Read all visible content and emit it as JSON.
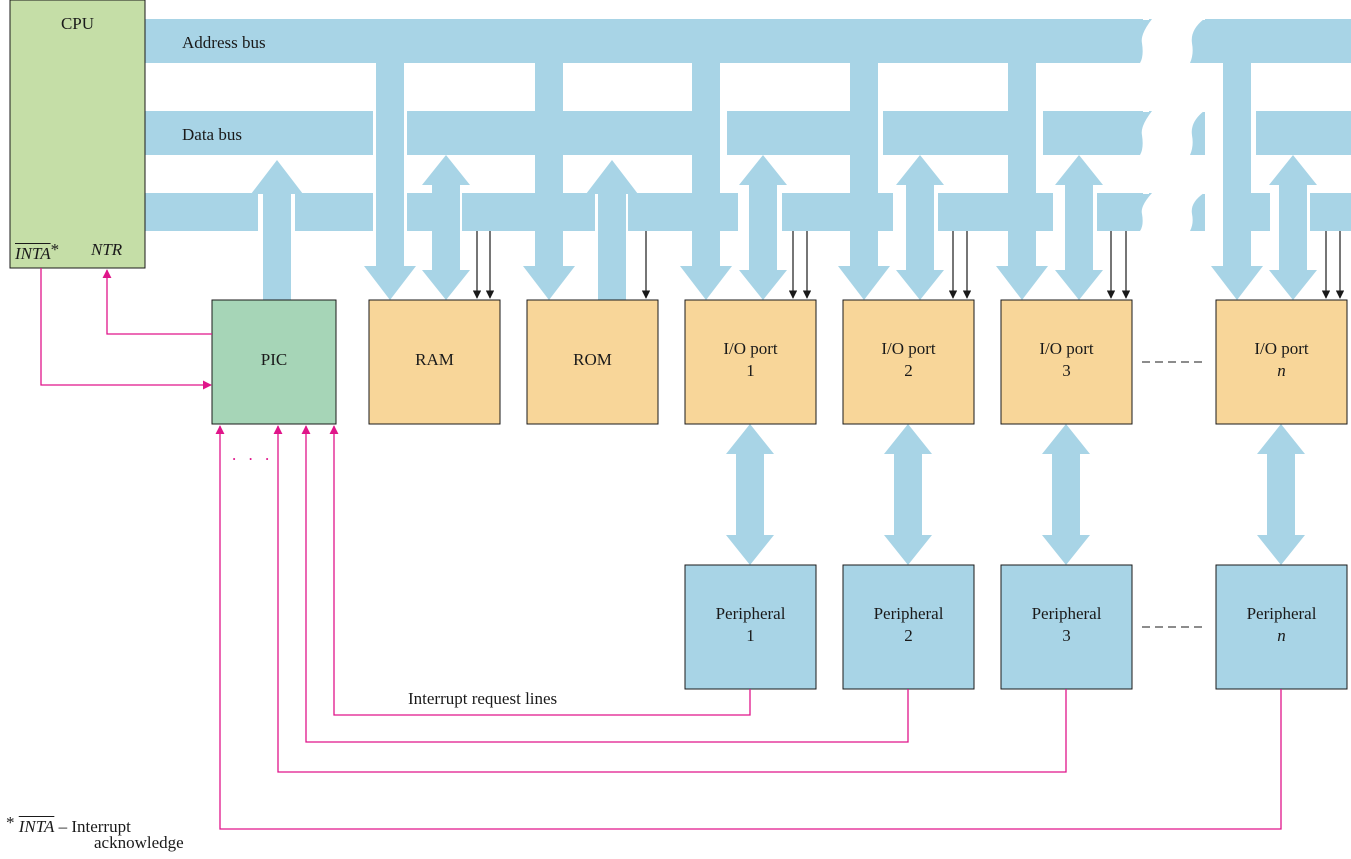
{
  "colors": {
    "bus": "#a8d4e6",
    "cpu": "#c5dea7",
    "pic": "#a6d5b7",
    "memory_io": "#f8d699",
    "peripheral": "#a8d4e6",
    "interrupt_line": "#e0158a",
    "stroke": "#1a1a1a"
  },
  "cpu": {
    "title": "CPU",
    "inta": "INTA",
    "inta_star": "*",
    "intr": "NTR"
  },
  "buses": {
    "address": "Address bus",
    "data": "Data bus"
  },
  "pic": {
    "label": "PIC",
    "dots": ". . ."
  },
  "memory": {
    "ram": "RAM",
    "rom": "ROM"
  },
  "io_ports": [
    {
      "line1": "I/O port",
      "line2": "1"
    },
    {
      "line1": "I/O port",
      "line2": "2"
    },
    {
      "line1": "I/O port",
      "line2": "3"
    },
    {
      "line1": "I/O port",
      "line2": "n"
    }
  ],
  "peripherals": [
    {
      "line1": "Peripheral",
      "line2": "1"
    },
    {
      "line1": "Peripheral",
      "line2": "2"
    },
    {
      "line1": "Peripheral",
      "line2": "3"
    },
    {
      "line1": "Peripheral",
      "line2": "n"
    }
  ],
  "interrupt_label": "Interrupt request lines",
  "footnote": {
    "star": "*",
    "inta": "INTA",
    "dash": "– Interrupt",
    "line2": "acknowledge"
  }
}
